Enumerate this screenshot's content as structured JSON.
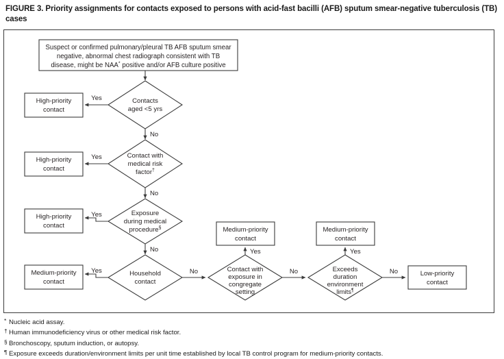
{
  "figure": {
    "title": "FIGURE 3. Priority assignments for contacts exposed to persons with acid-fast bacilli (AFB) sputum smear-negative tuberculosis (TB) cases"
  },
  "flowchart": {
    "type": "decision-flowchart",
    "start": {
      "id": "start-box",
      "line1": "Suspect or confirmed pulmonary/pleural TB AFB sputum smear",
      "line2": "negative, abnormal chest radiograph consistent with TB",
      "line3_a": "disease, might be NAA",
      "line3_mark": "*",
      "line3_b": " positive and/or AFB culture positive"
    },
    "decisions": [
      {
        "id": "decision-age",
        "line1": "Contacts",
        "line2": "aged <5 yrs",
        "line3": "",
        "line4": "",
        "mark": "",
        "yes_label": "Yes",
        "no_label": "No",
        "yes_target": "High-priority contact",
        "no_target": "decision-medical-risk"
      },
      {
        "id": "decision-medical-risk",
        "line1": "Contact with",
        "line2": "medical risk",
        "line3": "factor",
        "line4": "",
        "mark": "†",
        "yes_label": "Yes",
        "no_label": "No",
        "yes_target": "High-priority contact",
        "no_target": "decision-medical-procedure"
      },
      {
        "id": "decision-medical-procedure",
        "line1": "Exposure",
        "line2": "during medical",
        "line3": "procedure",
        "line4": "",
        "mark": "§",
        "yes_label": "Yes",
        "no_label": "No",
        "yes_target": "High-priority contact",
        "no_target": "decision-household"
      },
      {
        "id": "decision-household",
        "line1": "Household",
        "line2": "contact",
        "line3": "",
        "line4": "",
        "mark": "",
        "yes_label": "Yes",
        "no_label": "No",
        "yes_target": "Medium-priority contact",
        "no_target": "decision-congregate"
      },
      {
        "id": "decision-congregate",
        "line1": "Contact with",
        "line2": "exposure in",
        "line3": "congregate",
        "line4": "setting",
        "mark": "",
        "yes_label": "Yes",
        "no_label": "No",
        "yes_target": "Medium-priority contact",
        "no_target": "decision-duration"
      },
      {
        "id": "decision-duration",
        "line1": "Exceeds",
        "line2": "duration",
        "line3": "environment",
        "line4": "limits",
        "mark": "¶",
        "yes_label": "Yes",
        "no_label": "No",
        "yes_target": "Medium-priority contact",
        "no_target": "Low-priority contact"
      }
    ],
    "outcomes": [
      {
        "id": "outcome-high-1",
        "line1": "High-priority",
        "line2": "contact"
      },
      {
        "id": "outcome-high-2",
        "line1": "High-priority",
        "line2": "contact"
      },
      {
        "id": "outcome-high-3",
        "line1": "High-priority",
        "line2": "contact"
      },
      {
        "id": "outcome-medium-1",
        "line1": "Medium-priority",
        "line2": "contact"
      },
      {
        "id": "outcome-medium-2",
        "line1": "Medium-priority",
        "line2": "contact"
      },
      {
        "id": "outcome-medium-3",
        "line1": "Medium-priority",
        "line2": "contact"
      },
      {
        "id": "outcome-low-1",
        "line1": "Low-priority",
        "line2": "contact"
      }
    ]
  },
  "footnotes": [
    {
      "mark": "*",
      "text": "Nucleic acid assay."
    },
    {
      "mark": "†",
      "text": "Human immunodeficiency virus or other medical risk factor."
    },
    {
      "mark": "§",
      "text": "Bronchoscopy, sputum induction, or autopsy."
    },
    {
      "mark": "¶",
      "text": "Exposure exceeds duration/environment limits per unit time established by local TB control program for medium-priority contacts."
    }
  ],
  "colors": {
    "line": "#3b3b3b",
    "text": "#231f20",
    "background": "#ffffff"
  }
}
